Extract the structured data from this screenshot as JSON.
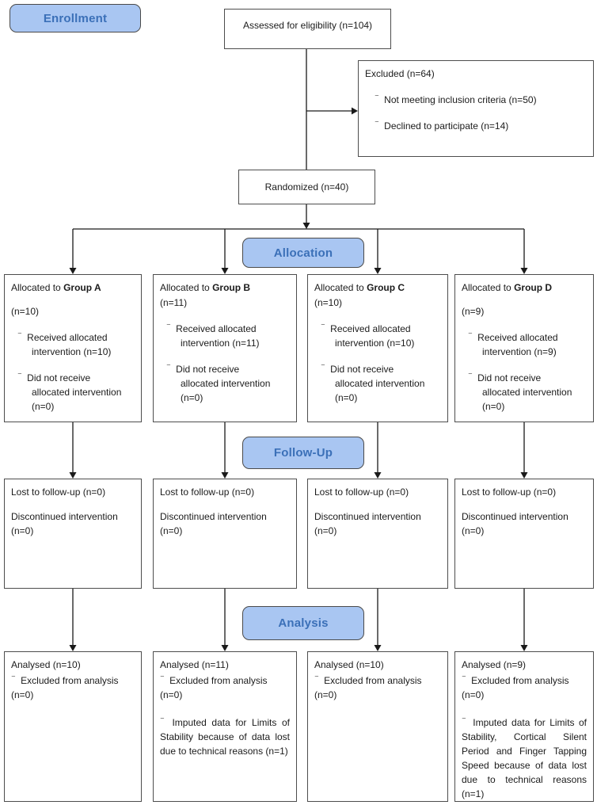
{
  "theme": {
    "label_fill": "#a9c6f2",
    "label_border": "#4a4a4a",
    "label_text": "#3b70b8",
    "box_border": "#4d4d4d",
    "line_color": "#1a1a1a",
    "page_bg": "#ffffff"
  },
  "ui": {
    "bullet": "⁻"
  },
  "stage_labels": {
    "enrollment": "Enrollment",
    "allocation": "Allocation",
    "followup": "Follow-Up",
    "analysis": "Analysis"
  },
  "enrollment": {
    "assessed": "Assessed for eligibility (n=104)",
    "excluded": {
      "title": "Excluded (n=64)",
      "items": [
        "Not meeting inclusion criteria (n=50)",
        "Declined to participate (n=14)"
      ]
    },
    "randomized": "Randomized (n=40)"
  },
  "allocation": {
    "boxes": [
      {
        "intro": "Allocated to",
        "group": "Group A",
        "n": "(n=10)",
        "bullets": [
          "Received allocated\nintervention (n=10)",
          "Did not receive\nallocated intervention\n(n=0)"
        ]
      },
      {
        "intro": "Allocated to",
        "group": "Group B",
        "n": "(n=11)",
        "bullets": [
          "Received allocated\nintervention (n=11)",
          "Did not receive\nallocated intervention\n(n=0)"
        ]
      },
      {
        "intro": "Allocated to",
        "group": "Group C",
        "n": "(n=10)",
        "bullets": [
          "Received allocated\nintervention (n=10)",
          "Did not receive\nallocated intervention\n(n=0)"
        ]
      },
      {
        "intro": "Allocated to",
        "group": "Group D",
        "n": "(n=9)",
        "bullets": [
          "Received allocated\nintervention (n=9)",
          "Did not receive\nallocated intervention\n(n=0)"
        ]
      }
    ]
  },
  "followup": {
    "boxes": [
      {
        "lost": "Lost to follow-up (n=0)",
        "discontinued": "Discontinued intervention\n(n=0)"
      },
      {
        "lost": "Lost to follow-up (n=0)",
        "discontinued": "Discontinued intervention\n(n=0)"
      },
      {
        "lost": "Lost to follow-up (n=0)",
        "discontinued": "Discontinued intervention\n(n=0)"
      },
      {
        "lost": "Lost to follow-up (n=0)",
        "discontinued": "Discontinued intervention\n(n=0)"
      }
    ]
  },
  "analysis": {
    "boxes": [
      {
        "analysed": "Analysed (n=10)",
        "excluded": "Excluded from analysis\n(n=0)"
      },
      {
        "analysed": "Analysed (n=11)",
        "excluded": "Excluded from analysis\n(n=0)",
        "imputed": "Imputed data for Limits of Stability because of data lost due to technical reasons (n=1)"
      },
      {
        "analysed": "Analysed (n=10)",
        "excluded": "Excluded from analysis\n(n=0)"
      },
      {
        "analysed": "Analysed (n=9)",
        "excluded": "Excluded from analysis\n(n=0)",
        "imputed": "Imputed data for Limits of Stability, Cortical Silent Period and Finger Tapping Speed because of data lost due to technical reasons (n=1)"
      }
    ]
  }
}
